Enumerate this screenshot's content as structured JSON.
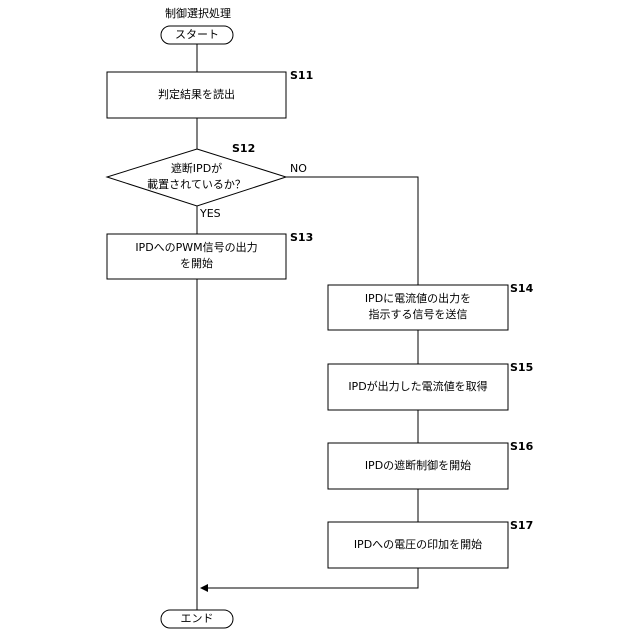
{
  "title": "制御選択処理",
  "terminals": {
    "start": "スタート",
    "end": "エンド"
  },
  "steps": {
    "s11": {
      "id": "S11",
      "lines": [
        "判定結果を読出"
      ]
    },
    "s12": {
      "id": "S12",
      "lines": [
        "遮断IPDが",
        "載置されているか？"
      ]
    },
    "s13": {
      "id": "S13",
      "lines": [
        "IPDへのPWM信号の出力",
        "を開始"
      ]
    },
    "s14": {
      "id": "S14",
      "lines": [
        "IPDに電流値の出力を",
        "指示する信号を送信"
      ]
    },
    "s15": {
      "id": "S15",
      "lines": [
        "IPDが出力した電流値を取得"
      ]
    },
    "s16": {
      "id": "S16",
      "lines": [
        "IPDの遮断制御を開始"
      ]
    },
    "s17": {
      "id": "S17",
      "lines": [
        "IPDへの電圧の印加を開始"
      ]
    }
  },
  "branches": {
    "yes": "YES",
    "no": "NO"
  }
}
